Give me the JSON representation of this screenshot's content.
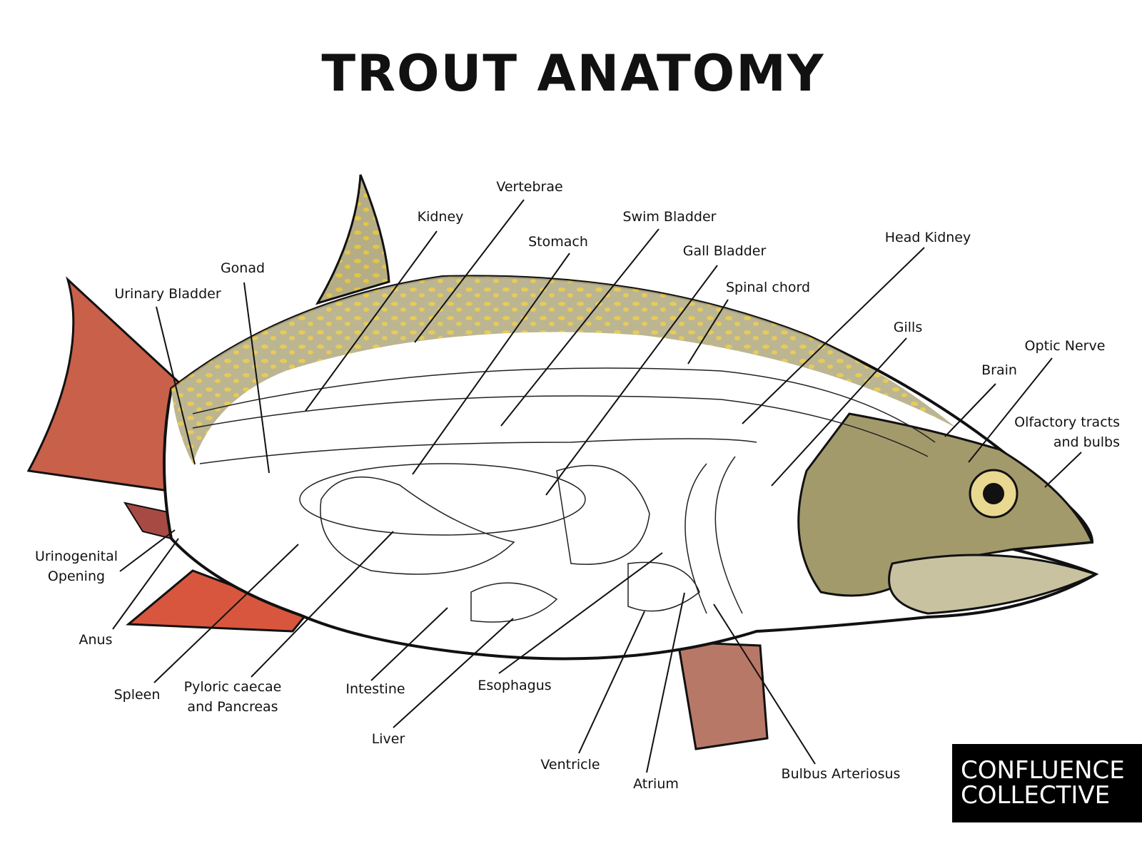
{
  "title": "TROUT ANATOMY",
  "labels": {
    "vertebrae": "Vertebrae",
    "kidney": "Kidney",
    "swim_bladder": "Swim Bladder",
    "stomach": "Stomach",
    "gall_bladder": "Gall Bladder",
    "head_kidney": "Head Kidney",
    "gonad": "Gonad",
    "urinary_bladder": "Urinary Bladder",
    "spinal_chord": "Spinal chord",
    "gills": "Gills",
    "optic_nerve": "Optic Nerve",
    "brain": "Brain",
    "olfactory_1": "Olfactory tracts",
    "olfactory_2": "and bulbs",
    "urinogenital_1": "Urinogenital",
    "urinogenital_2": "Opening",
    "anus": "Anus",
    "spleen": "Spleen",
    "pyloric_1": "Pyloric caecae",
    "pyloric_2": "and Pancreas",
    "intestine": "Intestine",
    "liver": "Liver",
    "esophagus": "Esophagus",
    "ventricle": "Ventricle",
    "atrium": "Atrium",
    "bulbus": "Bulbus Arteriosus"
  },
  "logo": {
    "line1": "CONFLUENCE",
    "line2": "COLLECTIVE"
  },
  "colors": {
    "fin": "#c8604a",
    "back": "#b5ad86",
    "spots": "#e3c545",
    "head": "#a39a6c",
    "ink": "#111111"
  }
}
